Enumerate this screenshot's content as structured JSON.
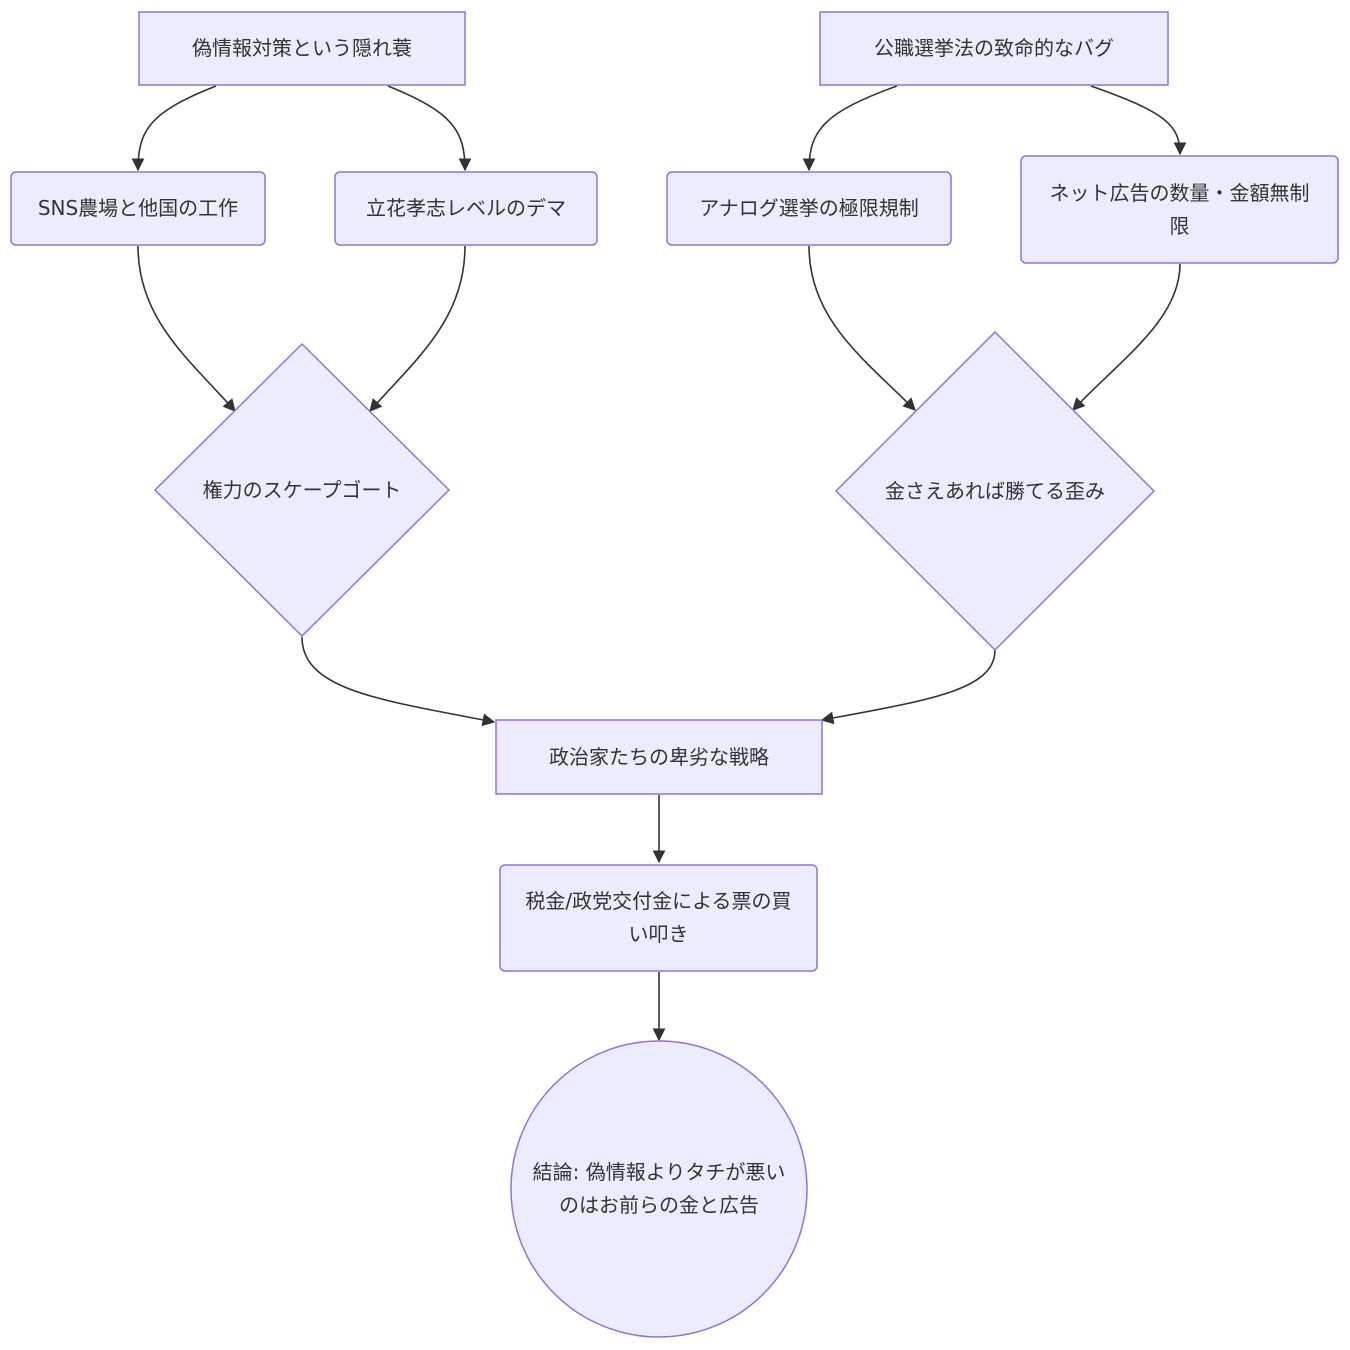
{
  "diagram": {
    "type": "flowchart",
    "direction": "top-down",
    "colors": {
      "node_fill": "#ECECFF",
      "node_stroke": "#9370DB",
      "edge": "#333333",
      "text": "#333333"
    },
    "nodes": [
      {
        "id": "A",
        "shape": "rect",
        "label": "偽情報対策という隠れ蓑"
      },
      {
        "id": "B",
        "shape": "rect",
        "label": "公職選挙法の致命的なバグ"
      },
      {
        "id": "A1",
        "shape": "rounded",
        "label": "SNS農場と他国の工作"
      },
      {
        "id": "A2",
        "shape": "rounded",
        "label": "立花孝志レベルのデマ"
      },
      {
        "id": "B1",
        "shape": "rounded",
        "label": "アナログ選挙の極限規制"
      },
      {
        "id": "B2",
        "shape": "rounded",
        "label": "ネット広告の数量・金額無制限"
      },
      {
        "id": "C",
        "shape": "diamond",
        "label": "権力のスケープゴート"
      },
      {
        "id": "D",
        "shape": "diamond",
        "label": "金さえあれば勝てる歪み"
      },
      {
        "id": "E",
        "shape": "rect",
        "label": "政治家たちの卑劣な戦略"
      },
      {
        "id": "F",
        "shape": "rounded",
        "label": "税金/政党交付金による票の買い叩き"
      },
      {
        "id": "G",
        "shape": "circle",
        "label": "結論: 偽情報よりタチが悪いのはお前らの金と広告"
      }
    ],
    "edges": [
      {
        "from": "A",
        "to": "A1"
      },
      {
        "from": "A",
        "to": "A2"
      },
      {
        "from": "B",
        "to": "B1"
      },
      {
        "from": "B",
        "to": "B2"
      },
      {
        "from": "A1",
        "to": "C"
      },
      {
        "from": "A2",
        "to": "C"
      },
      {
        "from": "B1",
        "to": "D"
      },
      {
        "from": "B2",
        "to": "D"
      },
      {
        "from": "C",
        "to": "E"
      },
      {
        "from": "D",
        "to": "E"
      },
      {
        "from": "E",
        "to": "F"
      },
      {
        "from": "F",
        "to": "G"
      }
    ]
  }
}
